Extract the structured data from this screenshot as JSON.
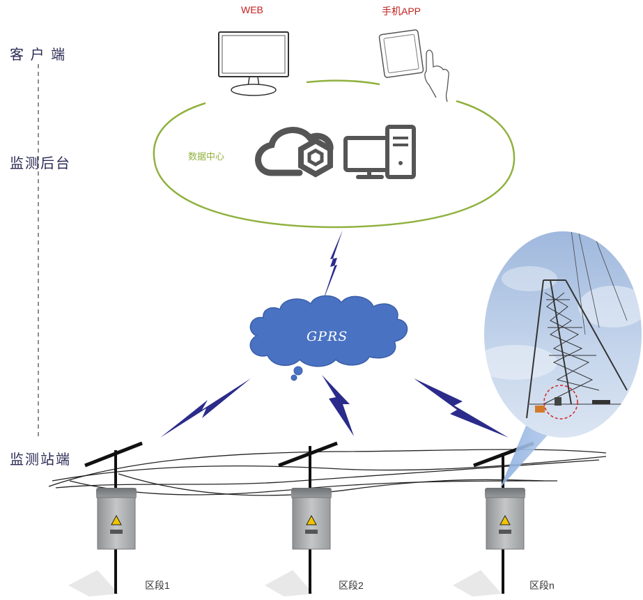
{
  "tiers": {
    "client": "客 户 端",
    "backend": "监测后台",
    "station": "监测站端"
  },
  "client_devices": {
    "web_label": "WEB",
    "app_label": "手机APP"
  },
  "data_center": {
    "label": "数据中心"
  },
  "network": {
    "label": "GPRS"
  },
  "sections": {
    "s1": "区段1",
    "s2": "区段2",
    "sn": "区段n"
  },
  "colors": {
    "ellipse": "#8fb13e",
    "cloud": "#4a72c2",
    "lightning": "#2a2b8a",
    "client_label": "#c0211f",
    "tier_label": "#2b2b55"
  }
}
